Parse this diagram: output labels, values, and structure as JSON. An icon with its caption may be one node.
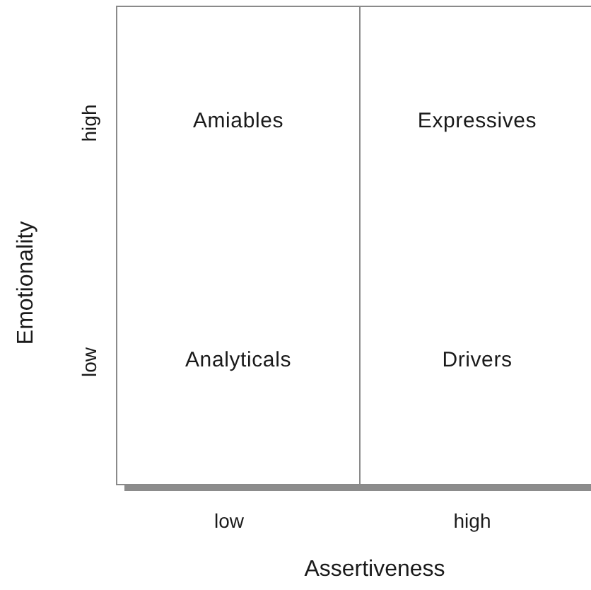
{
  "diagram": {
    "nodes": [
      {
        "text": [
          "Amiables"
        ]
      },
      {
        "text": [
          "Expressives"
        ]
      },
      {
        "text": [
          "Analyticals"
        ]
      },
      {
        "text": [
          "Drivers"
        ]
      }
    ],
    "edges": [],
    "labels": [
      "high",
      "low",
      "Emotionality",
      "low",
      "high",
      "Assertiveness"
    ]
  }
}
